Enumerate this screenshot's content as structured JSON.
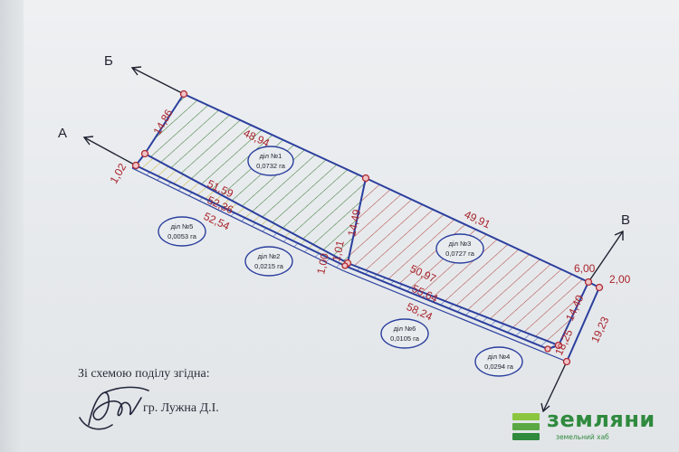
{
  "directions": {
    "a": "А",
    "b": "Б",
    "v": "В"
  },
  "dimensions": {
    "d1486": "14,86",
    "d102": "1,02",
    "d4894": "48,94",
    "d5159": "51,59",
    "d5236": "52,36",
    "d5254": "52,54",
    "d1449": "14,49",
    "d101": "1,01",
    "d100": "1,00",
    "d4991": "49,91",
    "d5097": "50,97",
    "d5564": "55,64",
    "d5824": "58,24",
    "d600": "6,00",
    "d200": "2,00",
    "d1440": "14,40",
    "d1825": "18,25",
    "d1923": "19,23"
  },
  "plots": [
    {
      "title": "діл №1",
      "area": "0,0732 га"
    },
    {
      "title": "діл №2",
      "area": "0,0215 га"
    },
    {
      "title": "діл №3",
      "area": "0,0727 га"
    },
    {
      "title": "діл №4",
      "area": "0,0294 га"
    },
    {
      "title": "діл №5",
      "area": "0,0053 га"
    },
    {
      "title": "діл №6",
      "area": "0,0105 га"
    }
  ],
  "approval": {
    "caption": "Зі схемою поділу згідна:",
    "owner": "гр. Лужна Д.І."
  },
  "logo": {
    "name": "земляни",
    "subtitle": "земельний хаб",
    "colors": {
      "green": "#2f8a3e",
      "light": "#8cc63f"
    }
  },
  "colors": {
    "red": "#b02a33",
    "blue": "#2b3f9e",
    "green_hatch": "#3e7d3a",
    "yellow_hatch": "#c9b531",
    "red_hatch": "#b24a45",
    "blue_hatch": "#3a5fb8"
  }
}
